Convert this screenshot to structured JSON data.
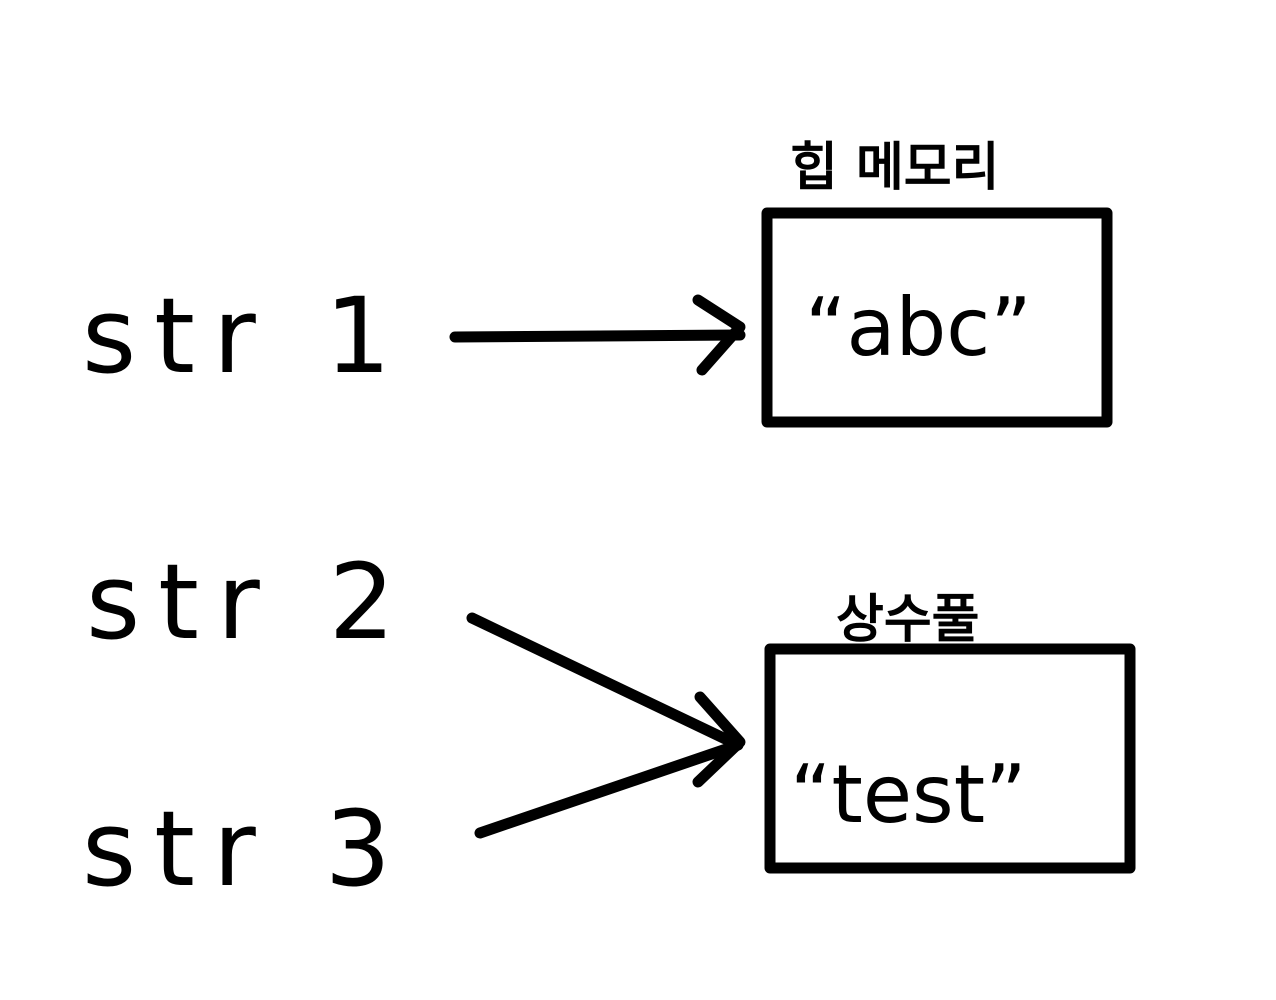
{
  "variables": [
    {
      "label": "str 1"
    },
    {
      "label": "str 2"
    },
    {
      "label": "str 3"
    }
  ],
  "heap": {
    "title": "힙 메모리",
    "value": "“abc”"
  },
  "pool": {
    "title": "상수풀",
    "value": "“test”"
  },
  "colors": {
    "ink": "#000000",
    "background": "#ffffff"
  }
}
